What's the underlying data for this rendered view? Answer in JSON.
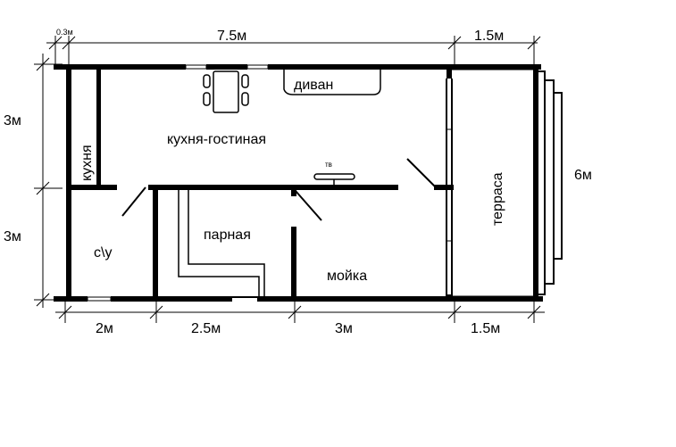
{
  "dimensions": {
    "wall_offset": "0.3м",
    "top_main": "7.5м",
    "top_terrace": "1.5м",
    "left_upper": "3м",
    "left_lower": "3м",
    "right_height": "6м",
    "bottom_wc": "2м",
    "bottom_sauna": "2.5м",
    "bottom_wash": "3м",
    "bottom_terrace": "1.5м"
  },
  "rooms": {
    "kitchen": "кухня",
    "living": "кухня-гостиная",
    "sofa": "диван",
    "tv": "тв",
    "sauna": "парная",
    "wc": "с\\у",
    "wash": "мойка",
    "terrace": "терраса"
  },
  "colors": {
    "wall": "#000000",
    "background": "#ffffff"
  }
}
